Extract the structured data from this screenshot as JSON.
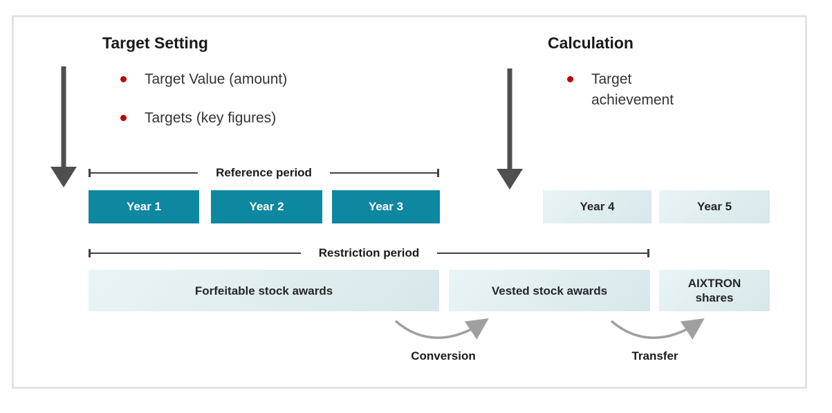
{
  "sections": {
    "target_setting": {
      "title": "Target Setting",
      "bullets": [
        "Target Value (amount)",
        "Targets (key figures)"
      ]
    },
    "calculation": {
      "title": "Calculation",
      "bullets": [
        "Target achievement"
      ]
    }
  },
  "periods": {
    "reference": "Reference period",
    "restriction": "Restriction period"
  },
  "years": [
    {
      "label": "Year 1",
      "variant": "teal"
    },
    {
      "label": "Year 2",
      "variant": "teal"
    },
    {
      "label": "Year 3",
      "variant": "teal"
    },
    {
      "label": "Year 4",
      "variant": "light"
    },
    {
      "label": "Year 5",
      "variant": "light"
    }
  ],
  "awards": [
    {
      "label": "Forfeitable stock awards"
    },
    {
      "label": "Vested stock awards"
    },
    {
      "label": "AIXTRON shares"
    }
  ],
  "transitions": [
    {
      "label": "Conversion"
    },
    {
      "label": "Transfer"
    }
  ],
  "colors": {
    "teal": "#0e87a1",
    "light_box_start": "#eaf4f5",
    "light_box_end": "#d7e7ea",
    "bullet_red": "#c00000",
    "arrow_dark": "#4f4f4f",
    "curve_gray": "#a0a0a0",
    "text_dark": "#262626",
    "line_dark": "#404040",
    "frame_border": "#e3e3e3"
  }
}
